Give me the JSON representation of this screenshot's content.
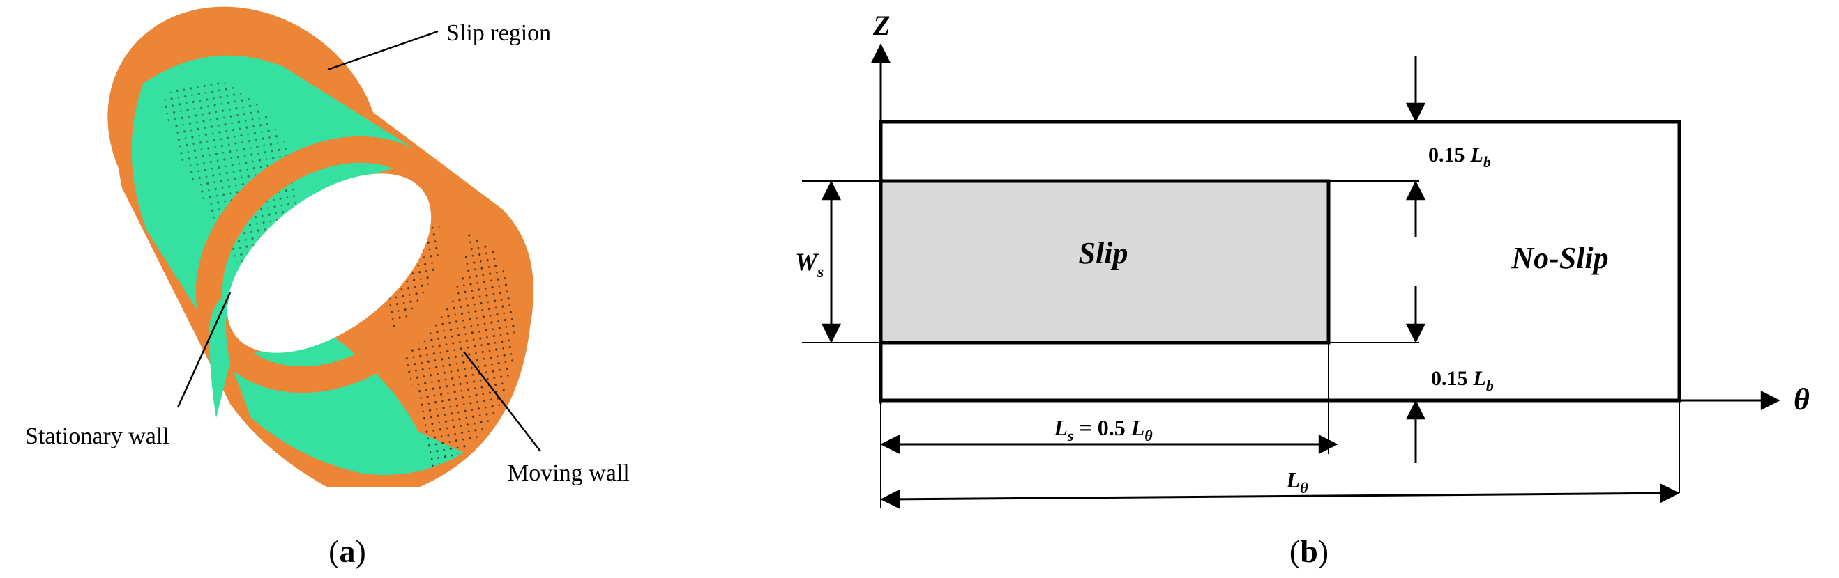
{
  "panel_a": {
    "labels": {
      "slip_region": "Slip region",
      "stationary_wall": "Stationary wall",
      "moving_wall": "Moving wall"
    },
    "caption": {
      "open": "(",
      "letter": "a",
      "close": ")"
    },
    "colors": {
      "moving": "#ED8536",
      "slip": "#36E0A0",
      "stipple": "#3A2A1A"
    }
  },
  "panel_b": {
    "axes": {
      "vertical": "Z",
      "horizontal": "θ"
    },
    "regions": {
      "slip": "Slip",
      "no_slip": "No-Slip"
    },
    "dims": {
      "top_margin": {
        "coef": "0.15",
        "sym": "L",
        "sub": "b"
      },
      "bottom_margin": {
        "coef": "0.15",
        "sym": "L",
        "sub": "b"
      },
      "slip_width": {
        "sym": "W",
        "sub": "s"
      },
      "slip_length": {
        "sym": "L",
        "sub": "s",
        "eq": " = 0.5 ",
        "sym2": "L",
        "sub2": "θ"
      },
      "total_length": {
        "sym": "L",
        "sub": "θ"
      }
    },
    "caption": {
      "open": "(",
      "letter": "b",
      "close": ")"
    },
    "colors": {
      "slip_fill": "#D9D9D9",
      "outline": "#000000"
    }
  }
}
